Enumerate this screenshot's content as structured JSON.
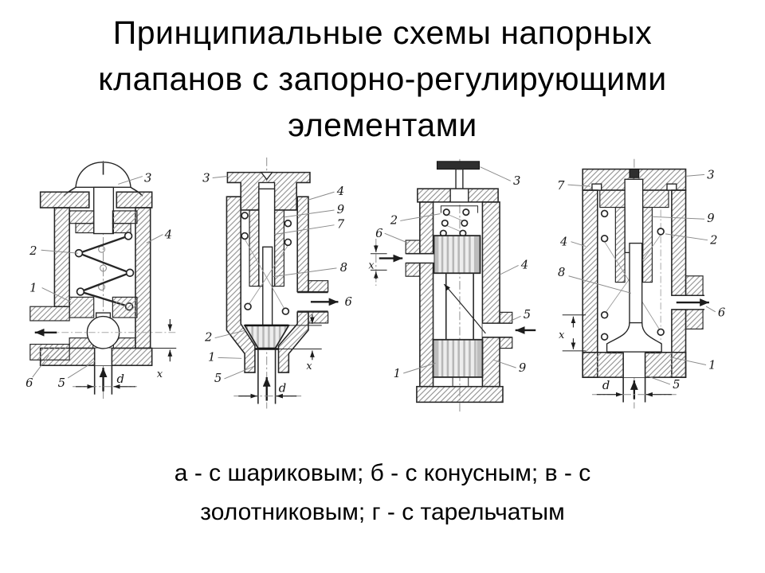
{
  "slide": {
    "title_lines": [
      "Принципиальные схемы напорных",
      "клапанов с запорно-регулирующими",
      "элементами"
    ],
    "caption_lines": [
      "а - с шариковым; б - с конусным; в - с",
      "золотниковым; г - с тарельчатым"
    ]
  },
  "colors": {
    "background": "#ffffff",
    "text": "#000000",
    "drawing_line": "#262626",
    "hatch": "#8a8a8a"
  },
  "figures": {
    "a": {
      "name": "ball-valve-schematic",
      "labels": {
        "n1": "1",
        "n2": "2",
        "n3": "3",
        "n4": "4",
        "n5": "5",
        "n6": "6",
        "d": "d",
        "x": "x"
      }
    },
    "b": {
      "name": "cone-valve-schematic",
      "labels": {
        "n1": "1",
        "n2": "2",
        "n3": "3",
        "n4": "4",
        "n5": "5",
        "n6": "6",
        "n7": "7",
        "n8": "8",
        "n9": "9",
        "d": "d",
        "x": "x"
      }
    },
    "c": {
      "name": "spool-valve-schematic",
      "labels": {
        "n1": "1",
        "n2": "2",
        "n3": "3",
        "n4": "4",
        "n5": "5",
        "n6": "6",
        "n9": "9",
        "x": "x"
      }
    },
    "d": {
      "name": "poppet-valve-schematic",
      "labels": {
        "n1": "1",
        "n2": "2",
        "n3": "3",
        "n4": "4",
        "n5": "5",
        "n6": "6",
        "n7": "7",
        "n8": "8",
        "n9": "9",
        "d": "d",
        "x": "x"
      }
    }
  }
}
